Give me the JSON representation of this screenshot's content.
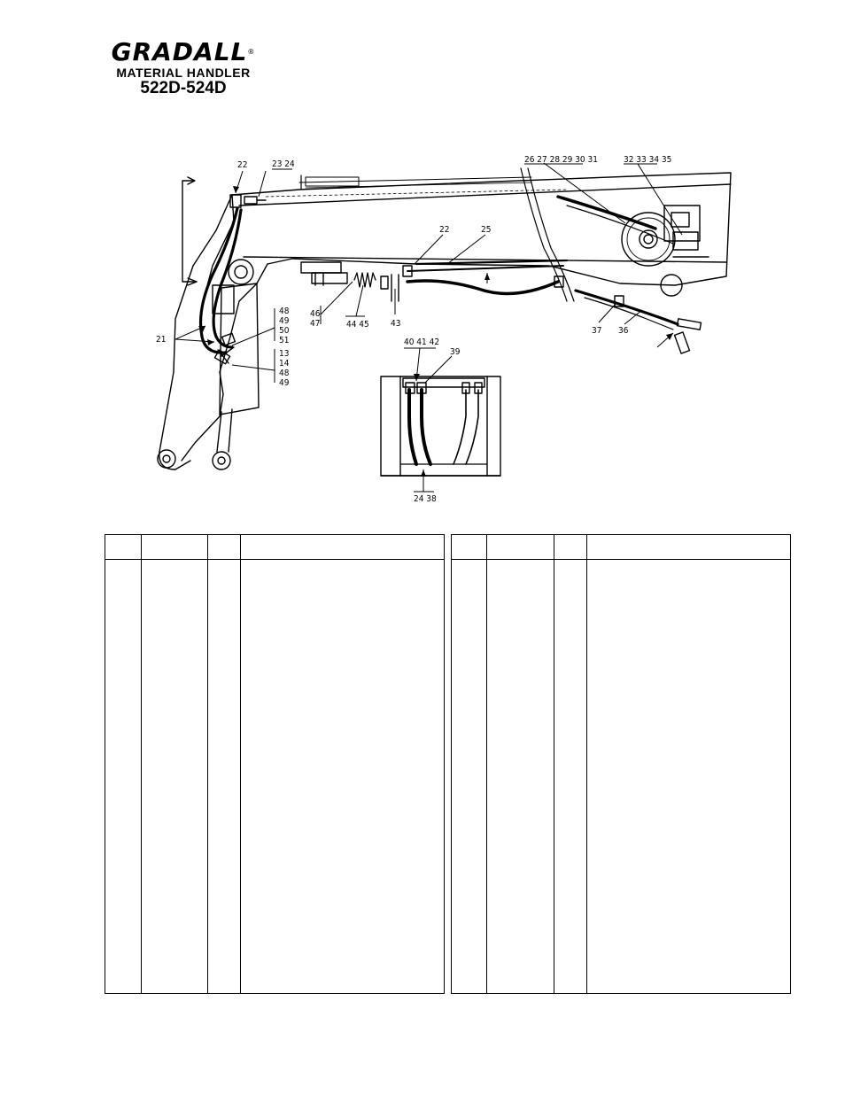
{
  "header": {
    "logo": "GRADALL",
    "registered_mark": "®",
    "subtitle": "MATERIAL HANDLER",
    "model": "522D-524D"
  },
  "callouts": {
    "c22a": "22",
    "c2324": "23 24",
    "c26_31": "26 27 28 29 30 31",
    "c32_35": "32 33 34 35",
    "c22b": "22",
    "c25": "25",
    "c21": "21",
    "c48a": "48",
    "c49a": "49",
    "c50": "50",
    "c51": "51",
    "c13": "13",
    "c14": "14",
    "c48b": "48",
    "c49b": "49",
    "c46": "46",
    "c47": "47",
    "c4445": "44 45",
    "c43": "43",
    "c37": "37",
    "c36": "36",
    "c40_42": "40 41 42",
    "c39": "39",
    "c2438": "24 38"
  },
  "tables": {
    "left": {
      "headers": [
        "",
        "",
        "",
        ""
      ],
      "rows": []
    },
    "right": {
      "headers": [
        "",
        "",
        "",
        ""
      ],
      "rows": []
    }
  }
}
